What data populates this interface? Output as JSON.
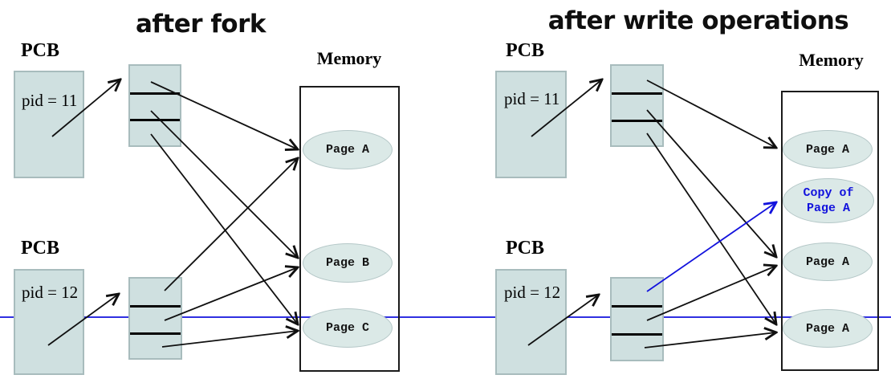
{
  "colors": {
    "box_fill": "#cfe0e0",
    "box_border": "#a8bcbd",
    "ellipse_fill": "#dbe9e7",
    "blue": "#1212dd"
  },
  "panels": [
    {
      "title": "after fork",
      "process_a": {
        "label": "PCB",
        "pid": "pid = 11"
      },
      "process_b": {
        "label": "PCB",
        "pid": "pid = 12"
      },
      "memory_label": "Memory",
      "pages": [
        {
          "text": "Page A"
        },
        {
          "text": "Page B"
        },
        {
          "text": "Page C"
        }
      ]
    },
    {
      "title": "after write operations",
      "process_a": {
        "label": "PCB",
        "pid": "pid = 11"
      },
      "process_b": {
        "label": "PCB",
        "pid": "pid = 12"
      },
      "memory_label": "Memory",
      "pages": [
        {
          "text": "Page A"
        },
        {
          "text": "Copy of Page A"
        },
        {
          "text": "Page A"
        },
        {
          "text": "Page A"
        }
      ]
    }
  ]
}
